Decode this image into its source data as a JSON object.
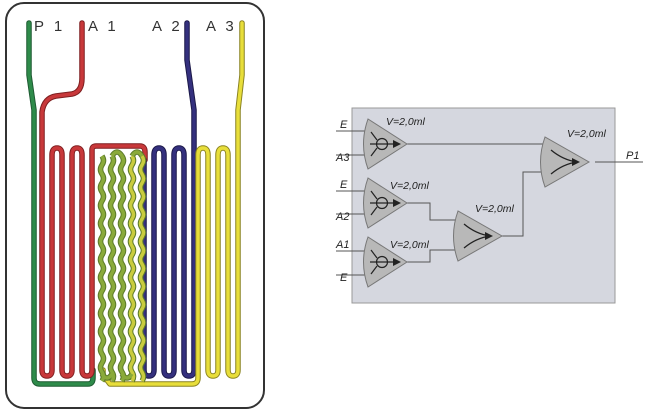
{
  "chip": {
    "ports": [
      {
        "id": "P1",
        "label": "P 1",
        "color": "#2e8b4a"
      },
      {
        "id": "A1",
        "label": "A 1",
        "color": "#c8383a"
      },
      {
        "id": "A2",
        "label": "A 2",
        "color": "#34307e"
      },
      {
        "id": "A3",
        "label": "A 3",
        "color": "#e8de3a"
      }
    ],
    "mixer_color": "#8aaa3a",
    "outline_color": "#333333"
  },
  "flow": {
    "background": "#d5d7df",
    "mixers": [
      {
        "id": "m1",
        "kind": "mixer-detector",
        "inputs": [
          "E",
          "A3"
        ],
        "volume": "V=2,0ml"
      },
      {
        "id": "m2",
        "kind": "mixer-detector",
        "inputs": [
          "E",
          "A2"
        ],
        "volume": "V=2,0ml"
      },
      {
        "id": "m3",
        "kind": "mixer-detector",
        "inputs": [
          "A1",
          "E"
        ],
        "volume": "V=2,0ml"
      },
      {
        "id": "m4",
        "kind": "merger",
        "inputs": [
          "m2",
          "m3"
        ],
        "volume": "V=2,0ml"
      },
      {
        "id": "m5",
        "kind": "merger",
        "inputs": [
          "m1",
          "m4"
        ],
        "volume": "V=2,0ml"
      }
    ],
    "output": "P1"
  }
}
